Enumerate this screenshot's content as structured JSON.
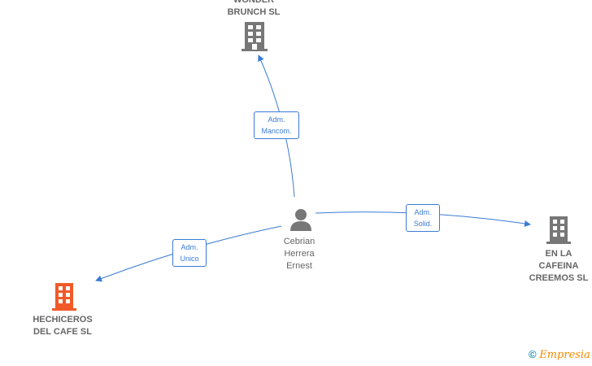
{
  "nodes": {
    "person": {
      "name": "Cebrian Herrera Ernest",
      "lines": [
        "Cebrian",
        "Herrera",
        "Ernest"
      ]
    },
    "wonder": {
      "lines": [
        "WONDER",
        "BRUNCH  SL"
      ]
    },
    "cafeina": {
      "lines": [
        "EN LA",
        "CAFEINA",
        "CREEMOS  SL"
      ]
    },
    "hechiceros": {
      "lines": [
        "HECHICEROS",
        "DEL CAFE  SL"
      ],
      "color": "#f05a28"
    }
  },
  "edges": [
    {
      "lines": [
        "Adm.",
        "Mancom."
      ]
    },
    {
      "lines": [
        "Adm.",
        "Solid."
      ]
    },
    {
      "lines": [
        "Adm.",
        "Unico"
      ]
    }
  ],
  "colors": {
    "edge": "#3a7bd5",
    "building": "#777777",
    "highlight": "#f05a28"
  },
  "watermark": {
    "symbol": "©",
    "brand": "Empresia"
  }
}
